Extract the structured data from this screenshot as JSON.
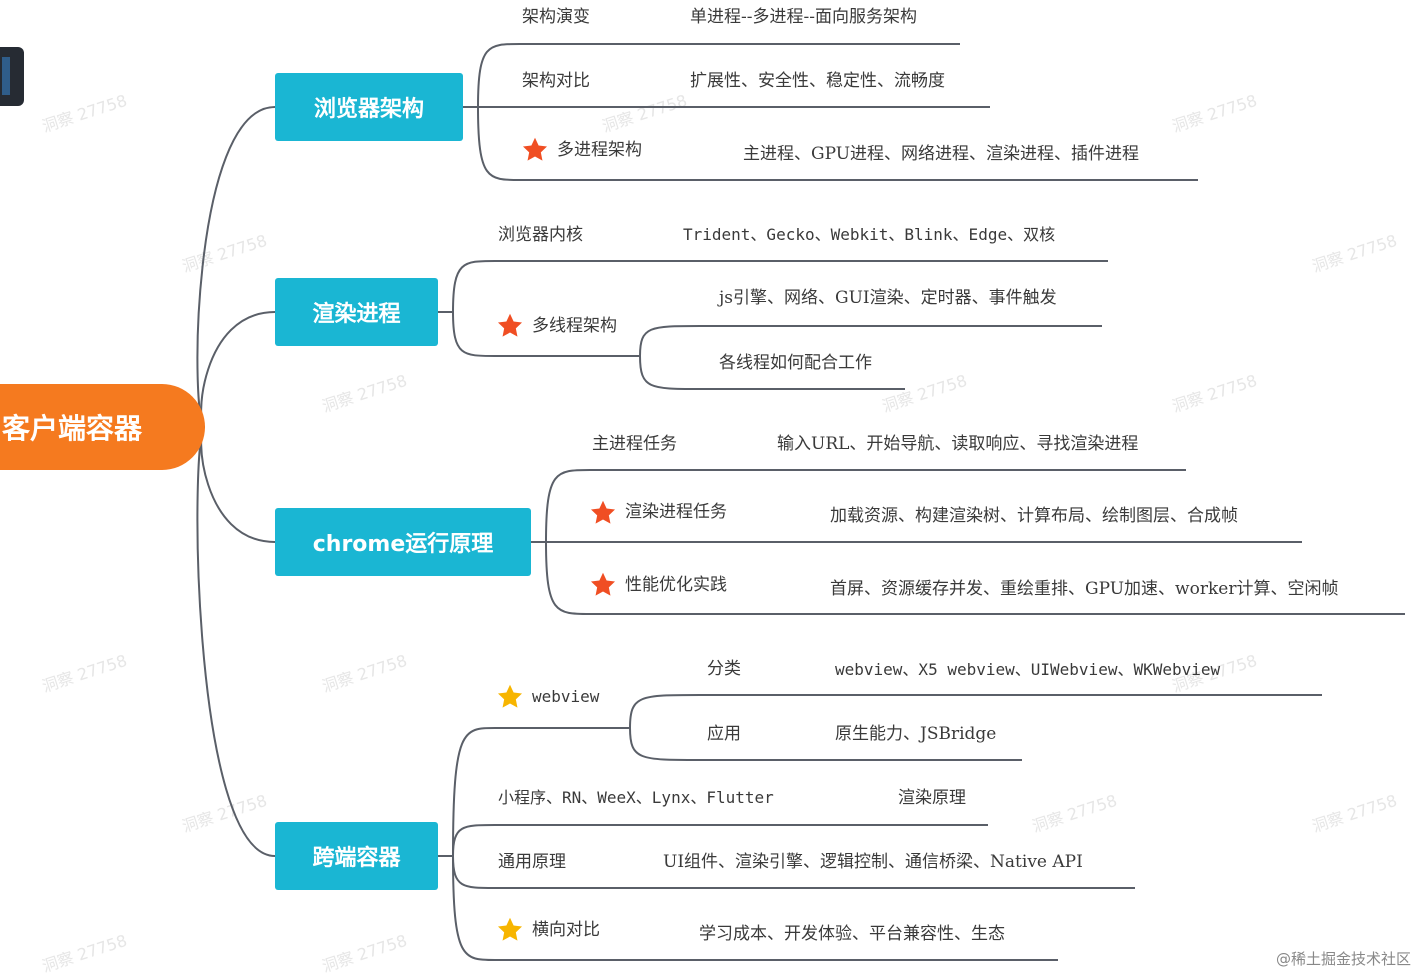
{
  "colors": {
    "root": "#f57a1f",
    "branch": "#1ab6d3",
    "line": "#5a5f68",
    "star_red": "#f04e23",
    "star_yellow": "#f7b500"
  },
  "root": {
    "label": "客户端容器"
  },
  "branches": [
    {
      "label": "浏览器架构",
      "children": [
        {
          "label": "架构演变",
          "detail": "单进程--多进程--面向服务架构",
          "starred": false
        },
        {
          "label": "架构对比",
          "detail": "扩展性、安全性、稳定性、流畅度",
          "starred": false
        },
        {
          "label": "多进程架构",
          "detail": "主进程、GPU进程、网络进程、渲染进程、插件进程",
          "starred": true,
          "star_color": "red"
        }
      ]
    },
    {
      "label": "渲染进程",
      "children": [
        {
          "label": "浏览器内核",
          "detail": "Trident、Gecko、Webkit、Blink、Edge、双核",
          "starred": false
        },
        {
          "label": "多线程架构",
          "starred": true,
          "star_color": "red",
          "subs": [
            {
              "detail": "js引擎、网络、GUI渲染、定时器、事件触发"
            },
            {
              "detail": "各线程如何配合工作"
            }
          ]
        }
      ]
    },
    {
      "label": "chrome运行原理",
      "children": [
        {
          "label": "主进程任务",
          "detail": "输入URL、开始导航、读取响应、寻找渲染进程",
          "starred": false
        },
        {
          "label": "渲染进程任务",
          "detail": "加载资源、构建渲染树、计算布局、绘制图层、合成帧",
          "starred": true,
          "star_color": "red"
        },
        {
          "label": "性能优化实践",
          "detail": "首屏、资源缓存并发、重绘重排、GPU加速、worker计算、空闲帧",
          "starred": true,
          "star_color": "red"
        }
      ]
    },
    {
      "label": "跨端容器",
      "children": [
        {
          "label": "webview",
          "starred": true,
          "star_color": "yellow",
          "subs": [
            {
              "label": "分类",
              "detail": "webview、X5 webview、UIWebview、WKWebview"
            },
            {
              "label": "应用",
              "detail": "原生能力、JSBridge"
            }
          ]
        },
        {
          "label": "小程序、RN、WeeX、Lynx、Flutter",
          "detail": "渲染原理",
          "starred": false
        },
        {
          "label": "通用原理",
          "detail": "UI组件、渲染引擎、逻辑控制、通信桥梁、Native API",
          "starred": false
        },
        {
          "label": "横向对比",
          "detail": "学习成本、开发体验、平台兼容性、生态",
          "starred": true,
          "star_color": "yellow"
        }
      ]
    }
  ],
  "watermark": "洞察 27758",
  "credit": "@稀土掘金技术社区"
}
